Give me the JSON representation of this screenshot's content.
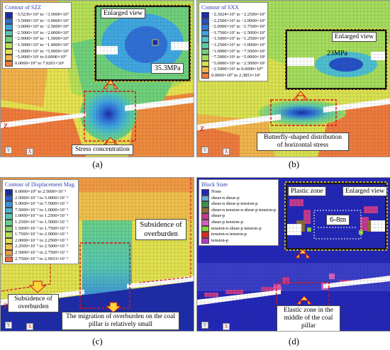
{
  "panels": {
    "a": {
      "legend_title": "Contour of SZZ",
      "legend": [
        {
          "label": "−3.5236×10⁷ to −3.5000×10⁷",
          "color": "#1c2ba8"
        },
        {
          "label": "−3.5000×10⁷ to −3.0000×10⁷",
          "color": "#2e6fd6"
        },
        {
          "label": "−3.0000×10⁷ to −2.5000×10⁷",
          "color": "#3fa7e0"
        },
        {
          "label": "−2.5000×10⁷ to −2.0000×10⁷",
          "color": "#52c6b3"
        },
        {
          "label": "−2.0000×10⁷ to −1.5000×10⁷",
          "color": "#6ed07a"
        },
        {
          "label": "−1.5000×10⁷ to −1.0000×10⁷",
          "color": "#b6df55"
        },
        {
          "label": "−1.0000×10⁷ to −5.0000×10⁶",
          "color": "#e6e24e"
        },
        {
          "label": "−5.0000×10⁶ to 0.0000×10⁰",
          "color": "#f2b148"
        },
        {
          "label": "0.0000×10⁰ to 7.9201×10⁵",
          "color": "#ef7a3a"
        }
      ],
      "enlarged_label": "Enlarged view",
      "value_label": "35.3MPa",
      "callout": "Stress concentration",
      "caption": "(a)"
    },
    "b": {
      "legend_title": "Contour of SXX",
      "legend": [
        {
          "label": "−2.3024×10⁷ to −2.2500×10⁷",
          "color": "#1c2ba8"
        },
        {
          "label": "−2.2500×10⁷ to −2.0000×10⁷",
          "color": "#2450c6"
        },
        {
          "label": "−2.0000×10⁷ to −1.7500×10⁷",
          "color": "#2f7ad8"
        },
        {
          "label": "−1.7500×10⁷ to −1.5000×10⁷",
          "color": "#3ea3e0"
        },
        {
          "label": "−1.5000×10⁷ to −1.2500×10⁷",
          "color": "#4dbed0"
        },
        {
          "label": "−1.2500×10⁷ to −1.0000×10⁷",
          "color": "#5cc9a6"
        },
        {
          "label": "−1.0000×10⁷ to −7.5000×10⁶",
          "color": "#74d27a"
        },
        {
          "label": "−7.5000×10⁶ to −5.0000×10⁶",
          "color": "#a5dc5c"
        },
        {
          "label": "−5.0000×10⁶ to −2.5000×10⁶",
          "color": "#d9e14f"
        },
        {
          "label": "−2.5000×10⁶ to 0.0000×10⁰",
          "color": "#f1b44a"
        },
        {
          "label": "0.0000×10⁰ to 2.3853×10⁶",
          "color": "#ee7a3c"
        }
      ],
      "enlarged_label": "Enlarged view",
      "value_label": "23MPa",
      "callout": "Butterfly-shaped distribution of horizontal stress",
      "caption": "(b)"
    },
    "c": {
      "legend_title": "Contour of Displacement Mag.",
      "legend": [
        {
          "label": "0.0000×10⁰ to 2.5000×10⁻²",
          "color": "#1c2ba8"
        },
        {
          "label": "2.5000×10⁻² to 5.0000×10⁻²",
          "color": "#2a5fd0"
        },
        {
          "label": "5.0000×10⁻² to 7.5000×10⁻²",
          "color": "#3a91dc"
        },
        {
          "label": "7.5000×10⁻² to 1.0000×10⁻¹",
          "color": "#47b5d5"
        },
        {
          "label": "1.0000×10⁻¹ to 1.2500×10⁻¹",
          "color": "#56c6b0"
        },
        {
          "label": "1.2500×10⁻¹ to 1.5000×10⁻¹",
          "color": "#68cf88"
        },
        {
          "label": "1.5000×10⁻¹ to 1.7500×10⁻¹",
          "color": "#8bd56a"
        },
        {
          "label": "1.7500×10⁻¹ to 2.0000×10⁻¹",
          "color": "#b8dc55"
        },
        {
          "label": "2.0000×10⁻¹ to 2.2500×10⁻¹",
          "color": "#e1e04d"
        },
        {
          "label": "2.2500×10⁻¹ to 2.5000×10⁻¹",
          "color": "#efbf4a"
        },
        {
          "label": "2.5000×10⁻¹ to 2.7500×10⁻¹",
          "color": "#ef9a42"
        },
        {
          "label": "2.7500×10⁻¹ to 2.9933×10⁻¹",
          "color": "#ec6b38"
        }
      ],
      "callout_right": "Subsidence of overburden",
      "callout_left": "Subsidence of overburden",
      "callout_bottom": "The migration of overburden on the coal pillar is relatively small",
      "caption": "(c)"
    },
    "d": {
      "legend_title": "Block State",
      "legend": [
        {
          "label": "None",
          "color": "#2327b8"
        },
        {
          "label": "shear-n shear-p",
          "color": "#6aa8d8"
        },
        {
          "label": "shear-n shear-p tension-p",
          "color": "#3d8f4c"
        },
        {
          "label": "shear-n tension-n shear-p tension-p",
          "color": "#8c6c3a"
        },
        {
          "label": "shear-p",
          "color": "#c23a8e"
        },
        {
          "label": "shear-p tension-p",
          "color": "#d85fbd"
        },
        {
          "label": "tension-n shear-p tension-p",
          "color": "#87d23a"
        },
        {
          "label": "tension-n tension-p",
          "color": "#d22a2a"
        },
        {
          "label": "tension-p",
          "color": "#b43cc4"
        }
      ],
      "plastic_label": "Plastic zone",
      "enlarged_label": "Enlarged view",
      "width_label": "6-8m",
      "callout": "Elastic zone in the middle of the coal pillar",
      "caption": "(d)"
    }
  },
  "axis_z": "Z",
  "axis_y": "Y",
  "axis_x": "X"
}
